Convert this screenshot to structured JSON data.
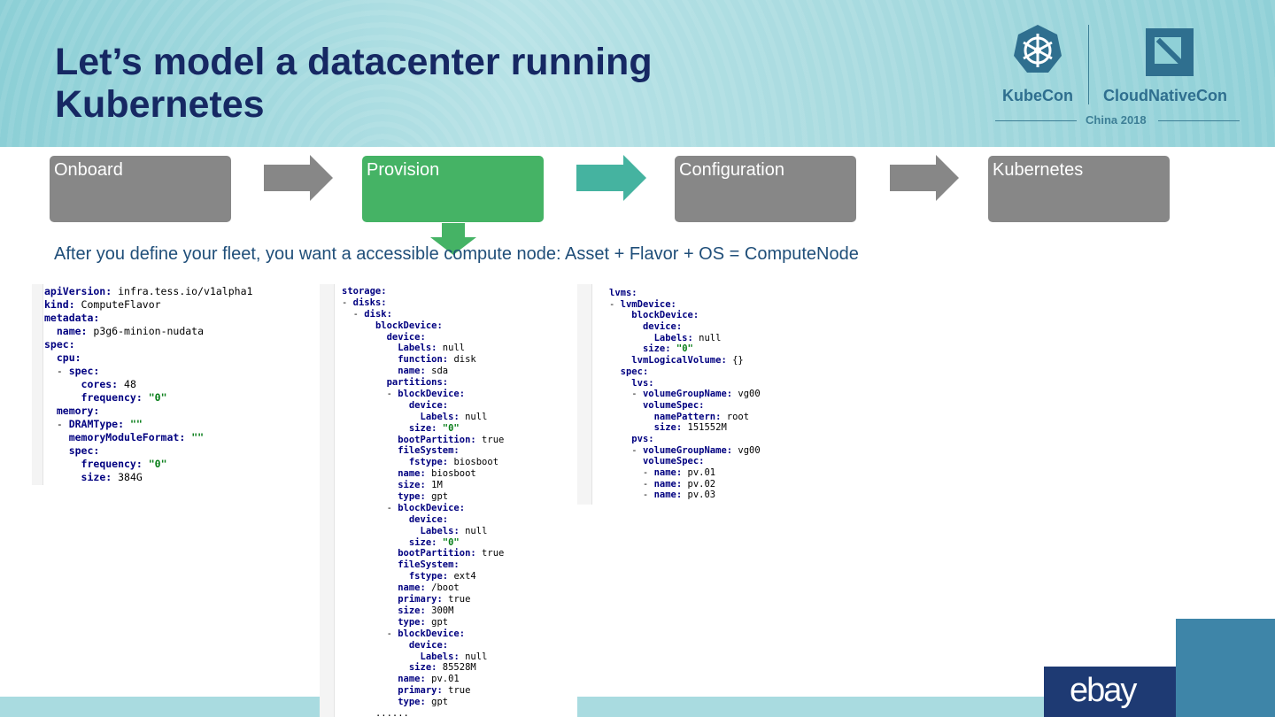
{
  "header": {
    "title_line1": "Let’s model a datacenter running",
    "title_line2": "Kubernetes",
    "logo": {
      "kubecon": "KubeCon",
      "cloudnativecon": "CloudNativeCon",
      "event": "China 2018",
      "kubecon_icon": "helm-wheel-icon",
      "cncf_icon": "cncf-icon"
    }
  },
  "workflow": {
    "steps": [
      {
        "label": "Onboard",
        "color": "#878787"
      },
      {
        "label": "Provision",
        "color": "#45b365"
      },
      {
        "label": "Configuration",
        "color": "#878787"
      },
      {
        "label": "Kubernetes",
        "color": "#878787"
      }
    ],
    "arrow_colors": [
      "#878787",
      "#45b3a0",
      "#878787"
    ],
    "down_arrow_color": "#45b365"
  },
  "subtitle": "After you define your fleet, you want a accessible compute node: Asset + Flavor + OS = ComputeNode",
  "code_panels": {
    "flavor": [
      {
        "i": "",
        "k": "apiVersion:",
        "v": " infra.tess.io/v1alpha1"
      },
      {
        "i": "",
        "k": "kind:",
        "v": " ComputeFlavor"
      },
      {
        "i": "",
        "k": "metadata:",
        "v": ""
      },
      {
        "i": "  ",
        "k": "name:",
        "v": " p3g6-minion-nudata"
      },
      {
        "i": "",
        "k": "spec:",
        "v": ""
      },
      {
        "i": "  ",
        "k": "cpu:",
        "v": ""
      },
      {
        "i": "  - ",
        "k": "spec:",
        "v": ""
      },
      {
        "i": "      ",
        "k": "cores:",
        "v": " 48"
      },
      {
        "i": "      ",
        "k": "frequency:",
        "s": " \"0\""
      },
      {
        "i": "  ",
        "k": "memory:",
        "v": ""
      },
      {
        "i": "  - ",
        "k": "DRAMType:",
        "s": " \"\""
      },
      {
        "i": "    ",
        "k": "memoryModuleFormat:",
        "s": " \"\""
      },
      {
        "i": "    ",
        "k": "spec:",
        "v": ""
      },
      {
        "i": "      ",
        "k": "frequency:",
        "s": " \"0\""
      },
      {
        "i": "      ",
        "k": "size:",
        "v": " 384G"
      }
    ],
    "storage": [
      {
        "i": "",
        "k": "storage:",
        "v": ""
      },
      {
        "i": "- ",
        "k": "disks:",
        "v": ""
      },
      {
        "i": "  - ",
        "k": "disk:",
        "v": ""
      },
      {
        "i": "      ",
        "k": "blockDevice:",
        "v": ""
      },
      {
        "i": "        ",
        "k": "device:",
        "v": ""
      },
      {
        "i": "          ",
        "k": "Labels:",
        "v": " null"
      },
      {
        "i": "          ",
        "k": "function:",
        "v": " disk"
      },
      {
        "i": "          ",
        "k": "name:",
        "v": " sda"
      },
      {
        "i": "        ",
        "k": "partitions:",
        "v": ""
      },
      {
        "i": "        - ",
        "k": "blockDevice:",
        "v": ""
      },
      {
        "i": "            ",
        "k": "device:",
        "v": ""
      },
      {
        "i": "              ",
        "k": "Labels:",
        "v": " null"
      },
      {
        "i": "            ",
        "k": "size:",
        "s": " \"0\""
      },
      {
        "i": "          ",
        "k": "bootPartition:",
        "v": " true"
      },
      {
        "i": "          ",
        "k": "fileSystem:",
        "v": ""
      },
      {
        "i": "            ",
        "k": "fstype:",
        "v": " biosboot"
      },
      {
        "i": "          ",
        "k": "name:",
        "v": " biosboot"
      },
      {
        "i": "          ",
        "k": "size:",
        "v": " 1M"
      },
      {
        "i": "          ",
        "k": "type:",
        "v": " gpt"
      },
      {
        "i": "        - ",
        "k": "blockDevice:",
        "v": ""
      },
      {
        "i": "            ",
        "k": "device:",
        "v": ""
      },
      {
        "i": "              ",
        "k": "Labels:",
        "v": " null"
      },
      {
        "i": "            ",
        "k": "size:",
        "s": " \"0\""
      },
      {
        "i": "          ",
        "k": "bootPartition:",
        "v": " true"
      },
      {
        "i": "          ",
        "k": "fileSystem:",
        "v": ""
      },
      {
        "i": "            ",
        "k": "fstype:",
        "v": " ext4"
      },
      {
        "i": "          ",
        "k": "name:",
        "v": " /boot"
      },
      {
        "i": "          ",
        "k": "primary:",
        "v": " true"
      },
      {
        "i": "          ",
        "k": "size:",
        "v": " 300M"
      },
      {
        "i": "          ",
        "k": "type:",
        "v": " gpt"
      },
      {
        "i": "        - ",
        "k": "blockDevice:",
        "v": ""
      },
      {
        "i": "            ",
        "k": "device:",
        "v": ""
      },
      {
        "i": "              ",
        "k": "Labels:",
        "v": " null"
      },
      {
        "i": "            ",
        "k": "size:",
        "v": " 85528M"
      },
      {
        "i": "          ",
        "k": "name:",
        "v": " pv.01"
      },
      {
        "i": "          ",
        "k": "primary:",
        "v": " true"
      },
      {
        "i": "          ",
        "k": "type:",
        "v": " gpt"
      },
      {
        "i": "      ",
        "k": "",
        "v": "......"
      }
    ],
    "lvms": [
      {
        "i": "",
        "k": "lvms:",
        "v": ""
      },
      {
        "i": "- ",
        "k": "lvmDevice:",
        "v": ""
      },
      {
        "i": "    ",
        "k": "blockDevice:",
        "v": ""
      },
      {
        "i": "      ",
        "k": "device:",
        "v": ""
      },
      {
        "i": "        ",
        "k": "Labels:",
        "v": " null"
      },
      {
        "i": "      ",
        "k": "size:",
        "s": " \"0\""
      },
      {
        "i": "    ",
        "k": "lvmLogicalVolume:",
        "v": " {}"
      },
      {
        "i": "  ",
        "k": "spec:",
        "v": ""
      },
      {
        "i": "    ",
        "k": "lvs:",
        "v": ""
      },
      {
        "i": "    - ",
        "k": "volumeGroupName:",
        "v": " vg00"
      },
      {
        "i": "      ",
        "k": "volumeSpec:",
        "v": ""
      },
      {
        "i": "        ",
        "k": "namePattern:",
        "v": " root"
      },
      {
        "i": "        ",
        "k": "size:",
        "v": " 151552M"
      },
      {
        "i": "    ",
        "k": "pvs:",
        "v": ""
      },
      {
        "i": "    - ",
        "k": "volumeGroupName:",
        "v": " vg00"
      },
      {
        "i": "      ",
        "k": "volumeSpec:",
        "v": ""
      },
      {
        "i": "      - ",
        "k": "name:",
        "v": " pv.01"
      },
      {
        "i": "      - ",
        "k": "name:",
        "v": " pv.02"
      },
      {
        "i": "      - ",
        "k": "name:",
        "v": " pv.03"
      }
    ]
  },
  "footer": {
    "brand": "ebay",
    "brand_bg": "#1e3a73",
    "accent_block": "#3e85a8"
  }
}
